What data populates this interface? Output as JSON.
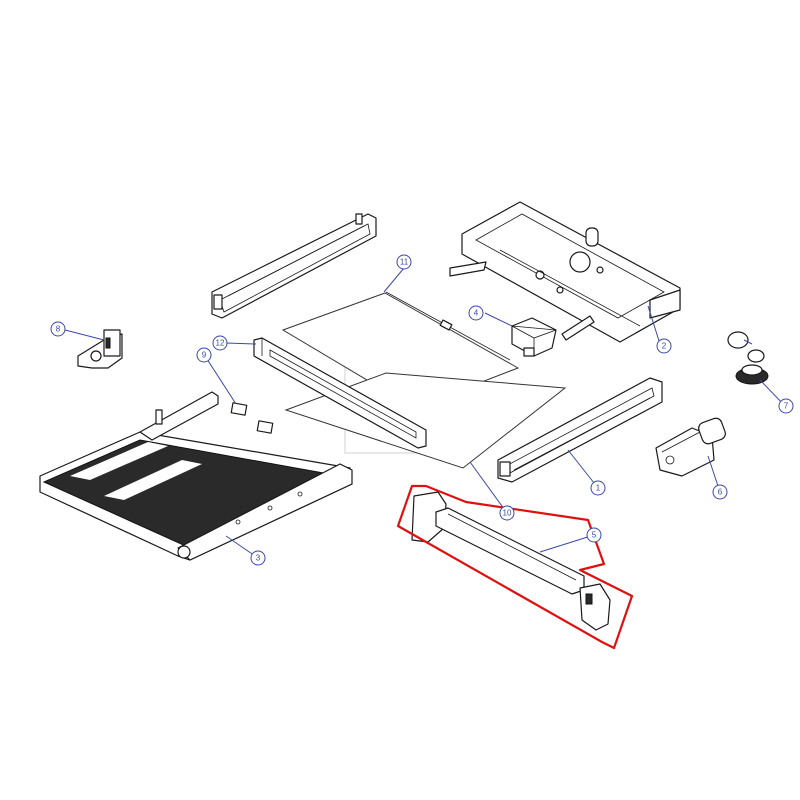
{
  "callouts": [
    {
      "id": "1",
      "label": "1"
    },
    {
      "id": "2",
      "label": "2"
    },
    {
      "id": "3",
      "label": "3"
    },
    {
      "id": "4",
      "label": "4"
    },
    {
      "id": "5",
      "label": "5"
    },
    {
      "id": "6",
      "label": "6"
    },
    {
      "id": "7",
      "label": "7"
    },
    {
      "id": "8",
      "label": "8"
    },
    {
      "id": "9",
      "label": "9"
    },
    {
      "id": "10",
      "label": "10"
    },
    {
      "id": "11",
      "label": "11"
    },
    {
      "id": "12",
      "label": "12"
    }
  ],
  "highlighted_part": "5",
  "watermark": {
    "line1": "Z Y",
    "line2": "C M"
  },
  "colors": {
    "callout": "#3b48a8",
    "highlight": "#e01010",
    "line": "#1a1a1a",
    "watermark": "#e2e2e2"
  }
}
